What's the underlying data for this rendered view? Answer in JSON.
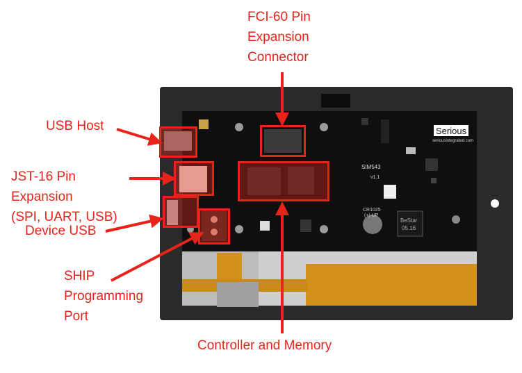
{
  "labels": {
    "fci": [
      "FCI-60 Pin",
      "Expansion",
      "Connector"
    ],
    "usb_host": "USB Host",
    "jst": [
      "JST-16 Pin",
      "Expansion",
      "(SPI, UART, USB)"
    ],
    "device_usb": "Device USB",
    "ship": [
      "SHIP",
      "Programming",
      "Port"
    ],
    "controller": "Controller and Memory"
  },
  "board_text": {
    "logo": "Serious",
    "website": "seriousintegrated.com",
    "model": "SIM543",
    "version": "v1.1",
    "battery": "CR1025",
    "battery_sub": "(+) UP",
    "display_brand": "BeStar",
    "display_sub": "05.16"
  },
  "colors": {
    "accent": "#e8241a",
    "board": "#0f0f0f",
    "bezel": "#2a2a2a",
    "flex": "#d4901c"
  }
}
